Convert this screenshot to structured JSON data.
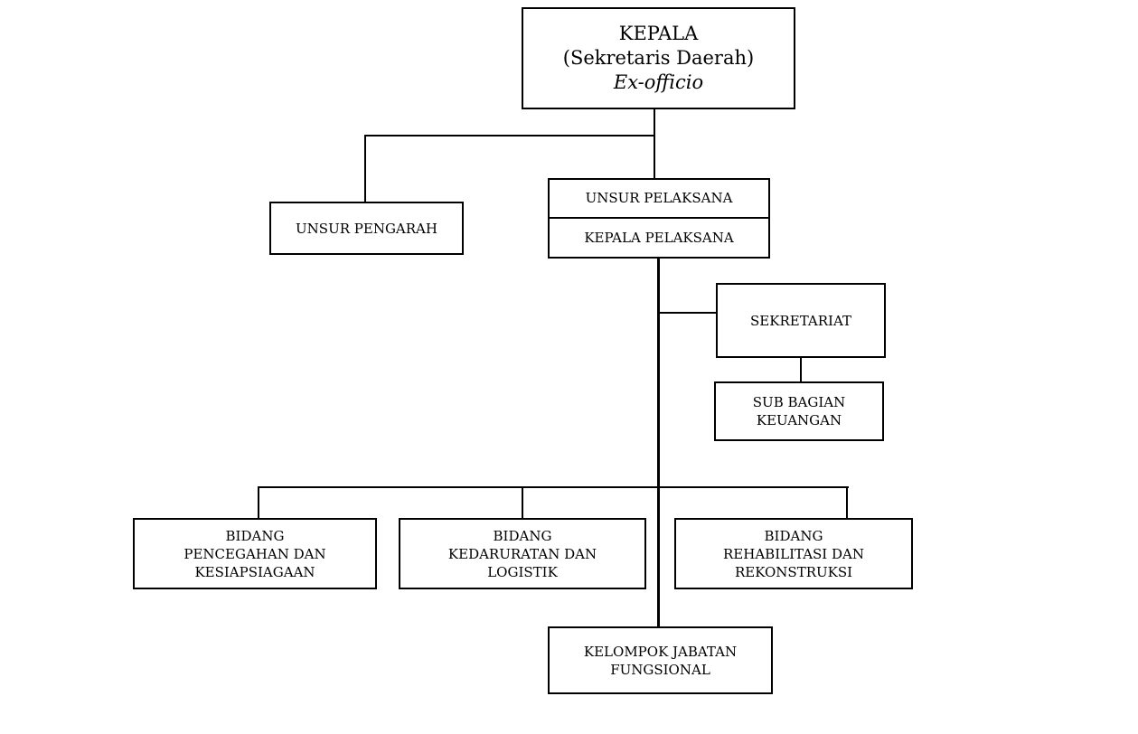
{
  "chart": {
    "head": {
      "title": "KEPALA",
      "subtitle": "(Sekretaris Daerah)",
      "note": "Ex-officio"
    },
    "unsur_pengarah": {
      "label": "UNSUR PENGARAH"
    },
    "unsur_pelaksana": {
      "label": "UNSUR PELAKSANA",
      "head_label": "KEPALA PELAKSANA"
    },
    "sekretariat": {
      "label": "SEKRETARIAT"
    },
    "sub_bagian": {
      "lines": [
        "SUB BAGIAN",
        "KEUANGAN"
      ]
    },
    "bidang": [
      {
        "lines": [
          "BIDANG",
          "PENCEGAHAN DAN",
          "KESIAPSIAGAAN"
        ]
      },
      {
        "lines": [
          "BIDANG",
          "KEDARURATAN DAN",
          "LOGISTIK"
        ]
      },
      {
        "lines": [
          "BIDANG",
          "REHABILITASI DAN",
          "REKONSTRUKSI"
        ]
      }
    ],
    "fungsional": {
      "lines": [
        "KELOMPOK JABATAN",
        "FUNGSIONAL"
      ]
    }
  }
}
